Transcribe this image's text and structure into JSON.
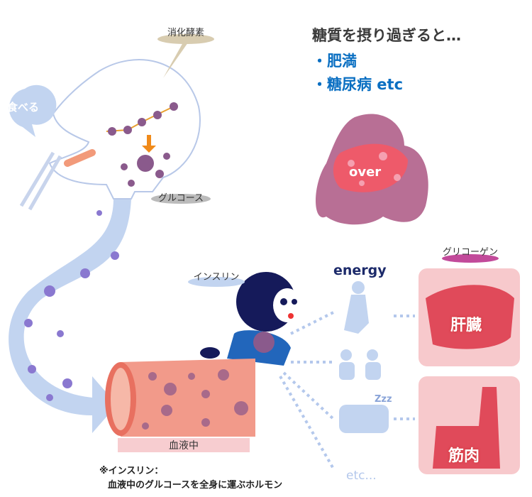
{
  "header": {
    "title": "糖質を摂り過ぎると…",
    "items": [
      "・肥満",
      "・糖尿病 etc"
    ]
  },
  "labels": {
    "enzyme": "消化酵素",
    "eat": "食べる",
    "glucose": "グルコース",
    "over": "over",
    "insulin": "インスリン",
    "energy": "energy",
    "glycogen": "グリコーゲン",
    "liver": "肝臓",
    "muscle": "筋肉",
    "blood": "血液中",
    "etc": "etc...",
    "zzz": "Zzz"
  },
  "note": {
    "line1": "※インスリン：",
    "line2": "血液中のグルコースを全身に運ぶホルモン"
  },
  "colors": {
    "accent_blue": "#0a6fc2",
    "glucose_purple": "#8a5a8c",
    "liver_red": "#e04a5a",
    "organ_bg": "#f7c9cc",
    "arrow_blue": "#b4c8ec"
  }
}
